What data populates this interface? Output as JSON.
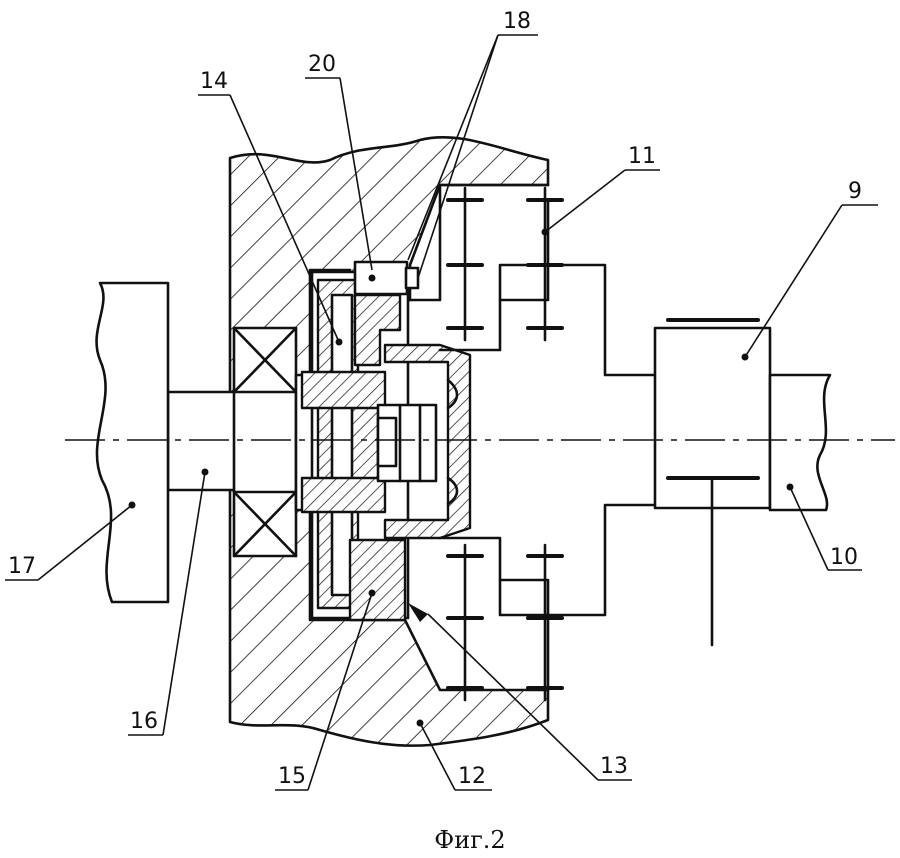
{
  "figure": {
    "caption": "Фиг.2"
  },
  "labels": {
    "l9": "9",
    "l10": "10",
    "l11": "11",
    "l12": "12",
    "l13": "13",
    "l14": "14",
    "l15": "15",
    "l16": "16",
    "l17": "17",
    "l18": "18",
    "l20": "20"
  }
}
